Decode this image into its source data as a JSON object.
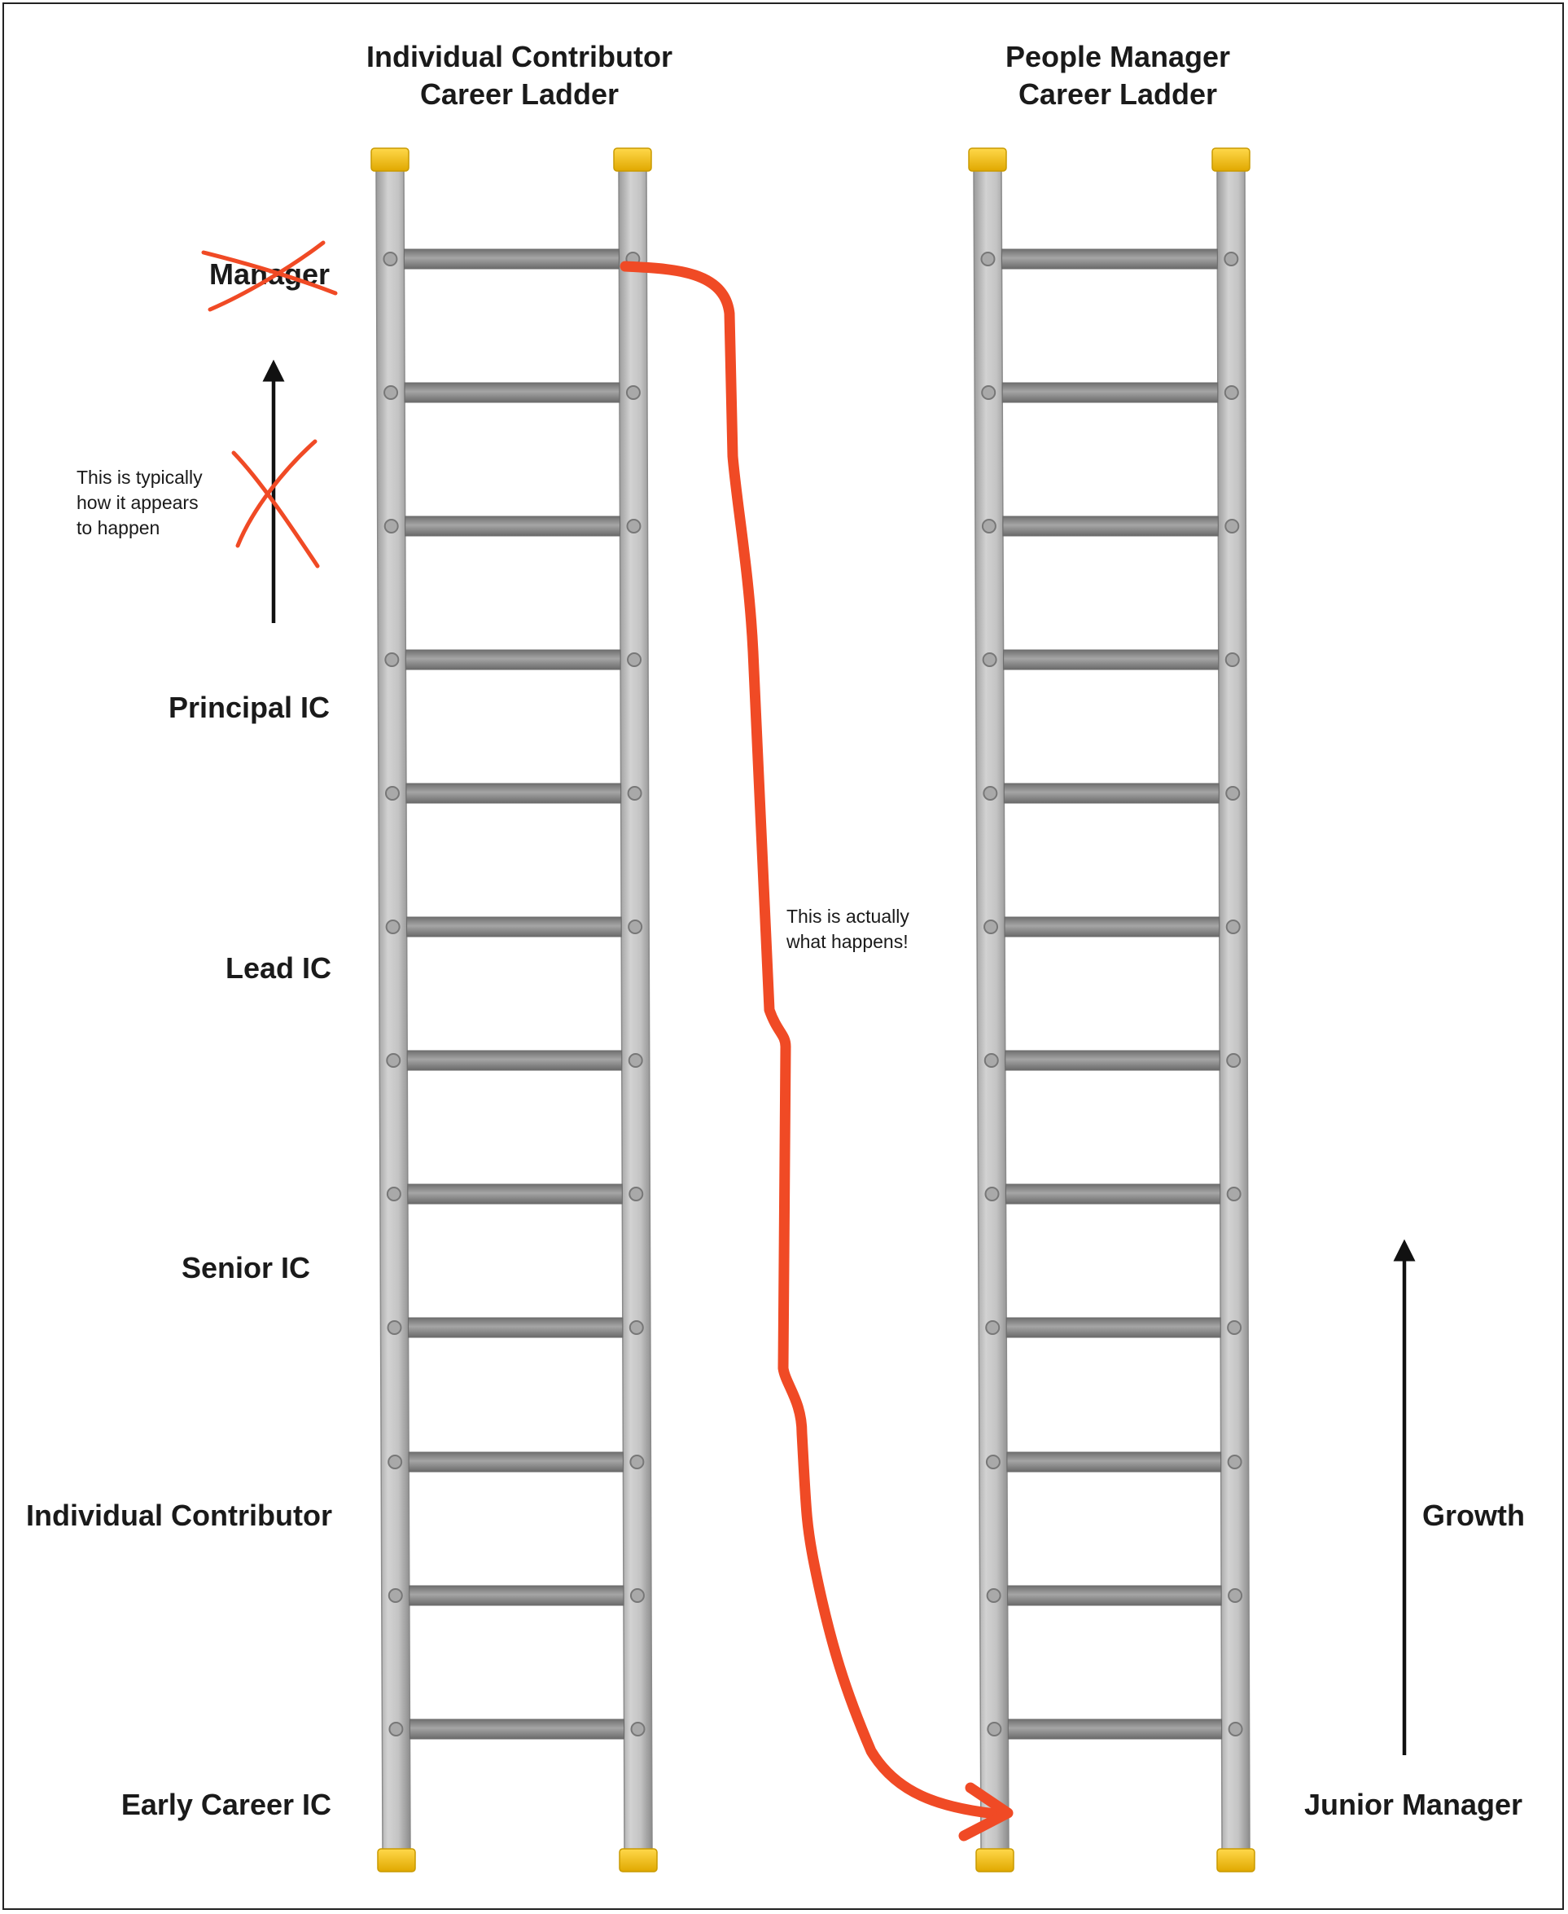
{
  "ic_ladder": {
    "title_line1": "Individual Contributor",
    "title_line2": "Career Ladder",
    "levels": {
      "manager": "Manager",
      "principal": "Principal IC",
      "lead": "Lead IC",
      "senior": "Senior IC",
      "ic": "Individual Contributor",
      "early": "Early Career IC"
    }
  },
  "pm_ladder": {
    "title_line1": "People Manager",
    "title_line2": "Career Ladder",
    "junior": "Junior Manager",
    "growth": "Growth"
  },
  "notes": {
    "appears_line1": "This is typically",
    "appears_line2": "how it appears",
    "appears_line3": "to happen",
    "actual_line1": "This is actually",
    "actual_line2": "what happens!"
  },
  "colors": {
    "rail": "#b8b8b8",
    "rung": "#8f8f8f",
    "cap": "#f2c21b",
    "accent": "#f04a25",
    "ink": "#111111"
  }
}
